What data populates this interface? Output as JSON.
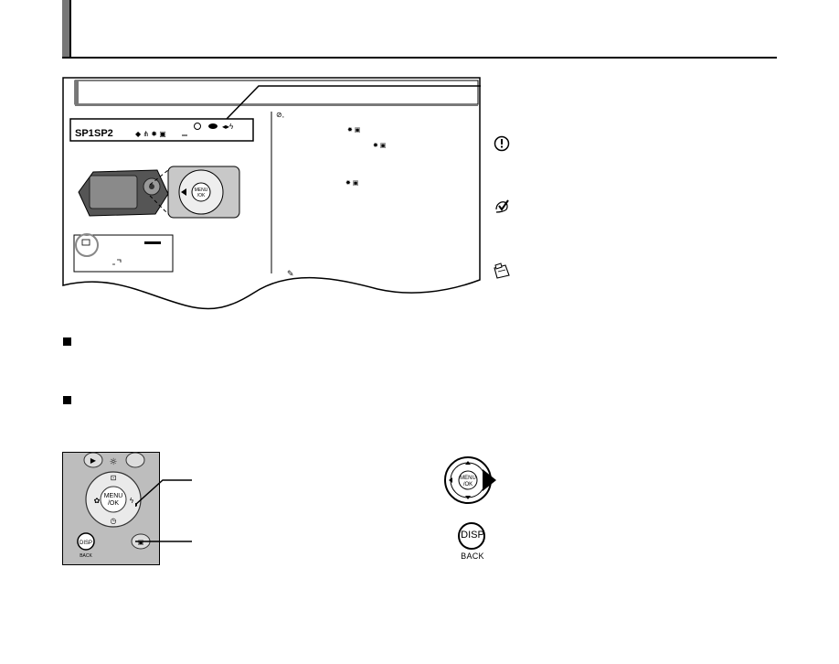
{
  "example_page": {
    "mode_row": {
      "sp1": "SP1",
      "sp2": "SP2"
    },
    "camera_display": {
      "menu_label_left": "MENU",
      "menu_label_right": "/OK"
    }
  },
  "controls_photo": {
    "menu_line1": "MENU",
    "menu_line2": "/OK",
    "disp_line1": "DISP",
    "disp_line2": "BACK"
  },
  "selector_icon": {
    "menu_line1": "MENU",
    "menu_line2": "/OK"
  },
  "disp_button": {
    "line1": "DISP",
    "line2": "BACK"
  },
  "icons": {
    "caution": "caution-icon",
    "check": "check-icon",
    "memo": "memo-icon"
  }
}
